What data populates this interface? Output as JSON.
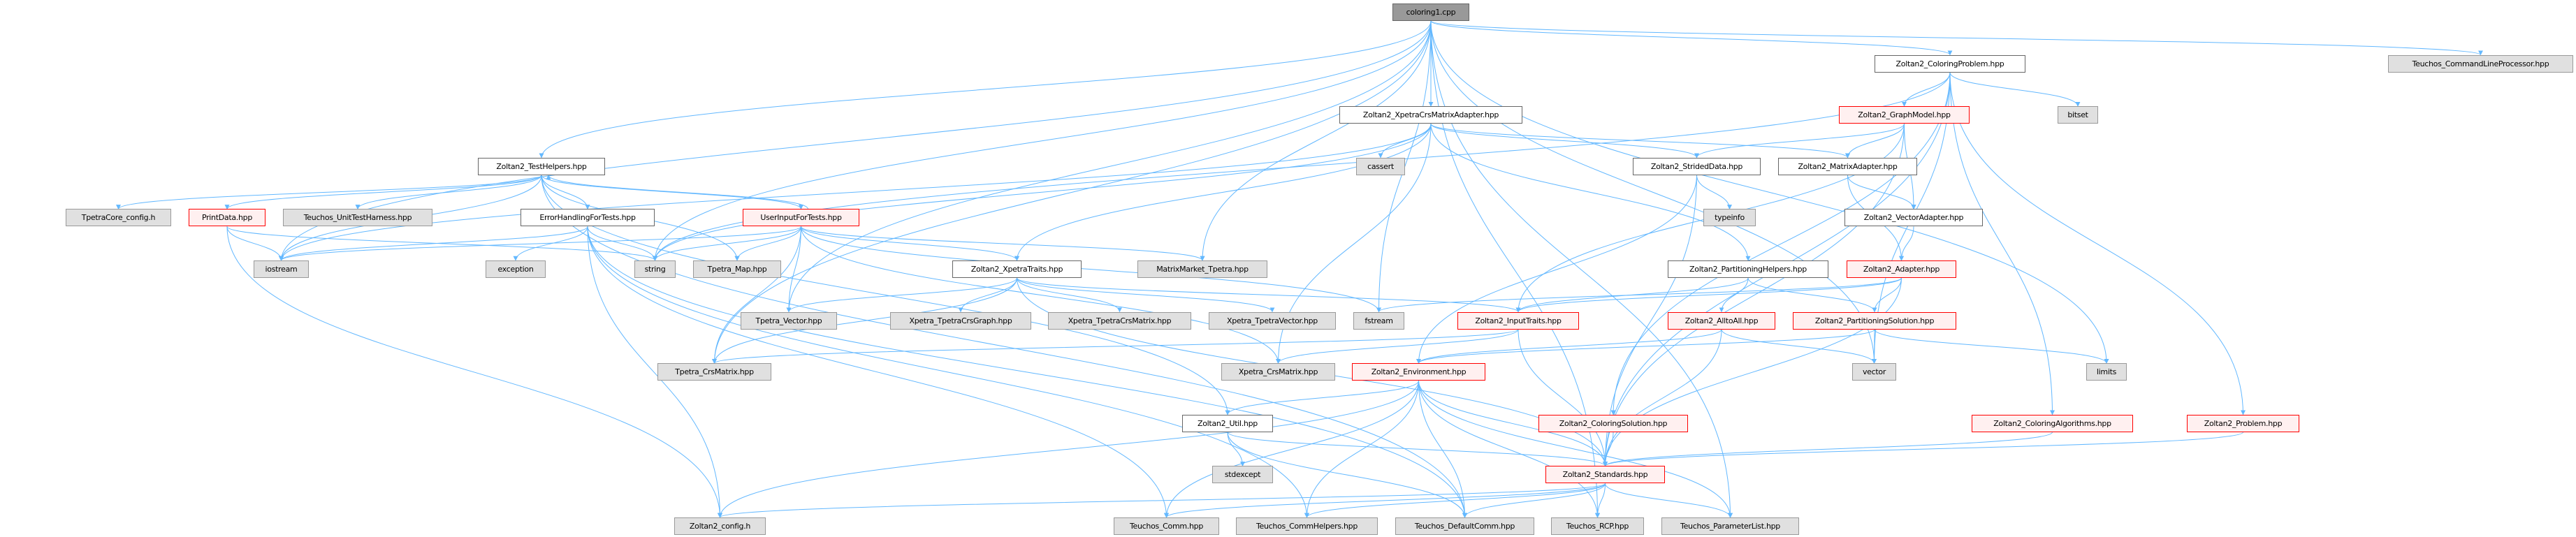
{
  "title": "coloring1.cpp",
  "colors": {
    "edge": "#63B8FF",
    "truncated_border": "#FF0000",
    "external_fill": "#E0E0E0",
    "root_fill": "#999999"
  },
  "nodes": {
    "root": "coloring1.cpp",
    "cp": "Zoltan2_ColoringProblem.hpp",
    "clp": "Teuchos_CommandLineProcessor.hpp",
    "xcma": "Zoltan2_XpetraCrsMatrixAdapter.hpp",
    "gm": "Zoltan2_GraphModel.hpp",
    "bitset": "bitset",
    "th": "Zoltan2_TestHelpers.hpp",
    "cassert": "cassert",
    "sd": "Zoltan2_StridedData.hpp",
    "ma": "Zoltan2_MatrixAdapter.hpp",
    "tcc": "TpetraCore_config.h",
    "pd": "PrintData.hpp",
    "uth": "Teuchos_UnitTestHarness.hpp",
    "eh": "ErrorHandlingForTests.hpp",
    "ui": "UserInputForTests.hpp",
    "typeinfo": "typeinfo",
    "va": "Zoltan2_VectorAdapter.hpp",
    "iostream": "iostream",
    "exception": "exception",
    "string": "string",
    "tmap": "Tpetra_Map.hpp",
    "xt": "Zoltan2_XpetraTraits.hpp",
    "mm": "MatrixMarket_Tpetra.hpp",
    "ph": "Zoltan2_PartitioningHelpers.hpp",
    "ad": "Zoltan2_Adapter.hpp",
    "tvec": "Tpetra_Vector.hpp",
    "xtcg": "Xpetra_TpetraCrsGraph.hpp",
    "xtcm": "Xpetra_TpetraCrsMatrix.hpp",
    "xtv": "Xpetra_TpetraVector.hpp",
    "fstream": "fstream",
    "it": "Zoltan2_InputTraits.hpp",
    "a2a": "Zoltan2_AlltoAll.hpp",
    "ps": "Zoltan2_PartitioningSolution.hpp",
    "tcm": "Tpetra_CrsMatrix.hpp",
    "xcm": "Xpetra_CrsMatrix.hpp",
    "env": "Zoltan2_Environment.hpp",
    "vector": "vector",
    "limits": "limits",
    "util": "Zoltan2_Util.hpp",
    "cs": "Zoltan2_ColoringSolution.hpp",
    "ca": "Zoltan2_ColoringAlgorithms.hpp",
    "prob": "Zoltan2_Problem.hpp",
    "stdexcept": "stdexcept",
    "std": "Zoltan2_Standards.hpp",
    "zc": "Zoltan2_config.h",
    "tc": "Teuchos_Comm.hpp",
    "tch": "Teuchos_CommHelpers.hpp",
    "tdc": "Teuchos_DefaultComm.hpp",
    "rcp": "Teuchos_RCP.hpp",
    "pl": "Teuchos_ParameterList.hpp"
  },
  "edges": [
    [
      "root",
      "th"
    ],
    [
      "root",
      "iostream"
    ],
    [
      "root",
      "string"
    ],
    [
      "root",
      "fstream"
    ],
    [
      "root",
      "mm"
    ],
    [
      "root",
      "tvec"
    ],
    [
      "root",
      "xcma"
    ],
    [
      "root",
      "cp"
    ],
    [
      "root",
      "clp"
    ],
    [
      "root",
      "limits"
    ],
    [
      "root",
      "vector"
    ],
    [
      "root",
      "pl"
    ],
    [
      "root",
      "rcp"
    ],
    [
      "root",
      "tcm"
    ],
    [
      "th",
      "iostream"
    ],
    [
      "th",
      "tcc"
    ],
    [
      "th",
      "pd"
    ],
    [
      "th",
      "uth"
    ],
    [
      "th",
      "eh"
    ],
    [
      "th",
      "ui"
    ],
    [
      "th",
      "tmap"
    ],
    [
      "th",
      "util"
    ],
    [
      "th",
      "tdc"
    ],
    [
      "ui",
      "th"
    ],
    [
      "ui",
      "string"
    ],
    [
      "ui",
      "tmap"
    ],
    [
      "ui",
      "tvec"
    ],
    [
      "ui",
      "tcm"
    ],
    [
      "ui",
      "xt"
    ],
    [
      "ui",
      "mm"
    ],
    [
      "ui",
      "xcm"
    ],
    [
      "ui",
      "fstream"
    ],
    [
      "ui",
      "iostream"
    ],
    [
      "pd",
      "iostream"
    ],
    [
      "pd",
      "string"
    ],
    [
      "pd",
      "zc"
    ],
    [
      "eh",
      "iostream"
    ],
    [
      "eh",
      "exception"
    ],
    [
      "eh",
      "string"
    ],
    [
      "eh",
      "zc"
    ],
    [
      "eh",
      "tc"
    ],
    [
      "eh",
      "tch"
    ],
    [
      "eh",
      "tdc"
    ],
    [
      "xcma",
      "cassert"
    ],
    [
      "xcma",
      "sd"
    ],
    [
      "xcma",
      "ma"
    ],
    [
      "xcma",
      "xt"
    ],
    [
      "xcma",
      "ph"
    ],
    [
      "xcma",
      "xcm"
    ],
    [
      "xcma",
      "iostream"
    ],
    [
      "xcma",
      "string"
    ],
    [
      "xt",
      "xtcg"
    ],
    [
      "xt",
      "xtcm"
    ],
    [
      "xt",
      "xtv"
    ],
    [
      "xt",
      "it"
    ],
    [
      "xt",
      "tvec"
    ],
    [
      "xt",
      "tcm"
    ],
    [
      "xt",
      "std"
    ],
    [
      "sd",
      "typeinfo"
    ],
    [
      "sd",
      "env"
    ],
    [
      "sd",
      "std"
    ],
    [
      "ma",
      "ad"
    ],
    [
      "ma",
      "va"
    ],
    [
      "va",
      "ad"
    ],
    [
      "gm",
      "sd"
    ],
    [
      "gm",
      "ma"
    ],
    [
      "gm",
      "va"
    ],
    [
      "gm",
      "it"
    ],
    [
      "gm",
      "std"
    ],
    [
      "ad",
      "it"
    ],
    [
      "ad",
      "ps"
    ],
    [
      "ad",
      "std"
    ],
    [
      "ad",
      "fstream"
    ],
    [
      "ph",
      "a2a"
    ],
    [
      "ph",
      "ps"
    ],
    [
      "ph",
      "it"
    ],
    [
      "a2a",
      "env"
    ],
    [
      "a2a",
      "std"
    ],
    [
      "a2a",
      "vector"
    ],
    [
      "ps",
      "env"
    ],
    [
      "ps",
      "vector"
    ],
    [
      "ps",
      "limits"
    ],
    [
      "it",
      "std"
    ],
    [
      "it",
      "xcm"
    ],
    [
      "it",
      "tcm"
    ],
    [
      "env",
      "util"
    ],
    [
      "env",
      "std"
    ],
    [
      "env",
      "tc"
    ],
    [
      "env",
      "tch"
    ],
    [
      "env",
      "tdc"
    ],
    [
      "env",
      "rcp"
    ],
    [
      "env",
      "pl"
    ],
    [
      "env",
      "zc"
    ],
    [
      "util",
      "stdexcept"
    ],
    [
      "util",
      "std"
    ],
    [
      "util",
      "tdc"
    ],
    [
      "cs",
      "std"
    ],
    [
      "ca",
      "std"
    ],
    [
      "prob",
      "std"
    ],
    [
      "cp",
      "gm"
    ],
    [
      "cp",
      "bitset"
    ],
    [
      "cp",
      "cs"
    ],
    [
      "cp",
      "ca"
    ],
    [
      "cp",
      "prob"
    ],
    [
      "cp",
      "std"
    ],
    [
      "cp",
      "vector"
    ],
    [
      "cp",
      "string"
    ],
    [
      "std",
      "zc"
    ],
    [
      "std",
      "tc"
    ],
    [
      "std",
      "tch"
    ],
    [
      "std",
      "tdc"
    ],
    [
      "std",
      "rcp"
    ],
    [
      "std",
      "pl"
    ]
  ]
}
